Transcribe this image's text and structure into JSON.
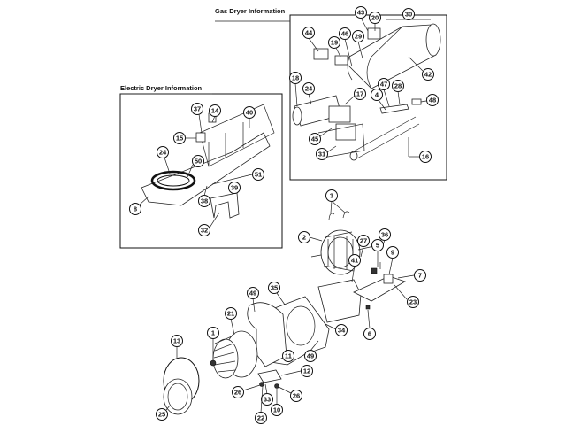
{
  "panels": {
    "gas_title": "Gas Dryer Information",
    "electric_title": "Electric Dryer Information"
  },
  "callouts": {
    "c43": "43",
    "c20": "20",
    "c30": "30",
    "c44": "44",
    "c19": "19",
    "c46": "46",
    "c29": "29",
    "c42": "42",
    "c18": "18",
    "c24g": "24",
    "c47": "47",
    "c17": "17",
    "c4": "4",
    "c28": "28",
    "c48": "48",
    "c45": "45",
    "c31": "31",
    "c16": "16",
    "c37": "37",
    "c14": "14",
    "c40": "40",
    "c15": "15",
    "c24e": "24",
    "c50": "50",
    "c51": "51",
    "c39": "39",
    "c38": "38",
    "c8": "8",
    "c32": "32",
    "c3": "3",
    "c2": "2",
    "c36": "36",
    "c27": "27",
    "c5": "5",
    "c9": "9",
    "c41": "41",
    "c7": "7",
    "c49a": "49",
    "c35": "35",
    "c23": "23",
    "c21": "21",
    "c34": "34",
    "c6": "6",
    "c1": "1",
    "c13": "13",
    "c11": "11",
    "c49b": "49",
    "c12": "12",
    "c26a": "26",
    "c26b": "26",
    "c33": "33",
    "c22": "22",
    "c10": "10",
    "c25": "25"
  },
  "colors": {
    "line": "#222222",
    "background": "#ffffff"
  }
}
